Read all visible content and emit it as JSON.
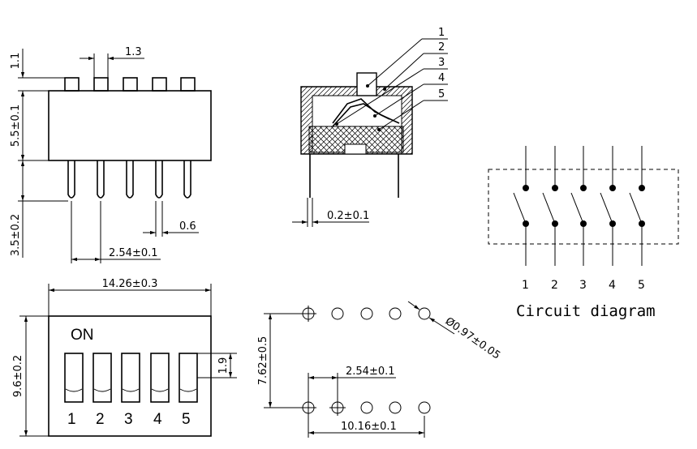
{
  "side_view": {
    "dims": [
      "1.1",
      "1.3",
      "5.5±0.1",
      "3.5±0.2",
      "0.6",
      "2.54±0.1"
    ]
  },
  "cross_section": {
    "callouts": [
      "1",
      "2",
      "3",
      "4",
      "5"
    ],
    "dim": "0.2±0.1"
  },
  "top_view": {
    "width_dim": "14.26±0.3",
    "height_dim": "9.6±0.2",
    "on_label": "ON",
    "slot_height_dim": "1.9",
    "switch_numbers": [
      "1",
      "2",
      "3",
      "4",
      "5"
    ]
  },
  "footprint": {
    "row_spacing": "7.62±0.5",
    "hole_dia": "Ø0.97±0.05",
    "pitch": "2.54±0.1",
    "span": "10.16±0.1"
  },
  "circuit": {
    "numbers": [
      "1",
      "2",
      "3",
      "4",
      "5"
    ],
    "caption": "Circuit diagram"
  }
}
